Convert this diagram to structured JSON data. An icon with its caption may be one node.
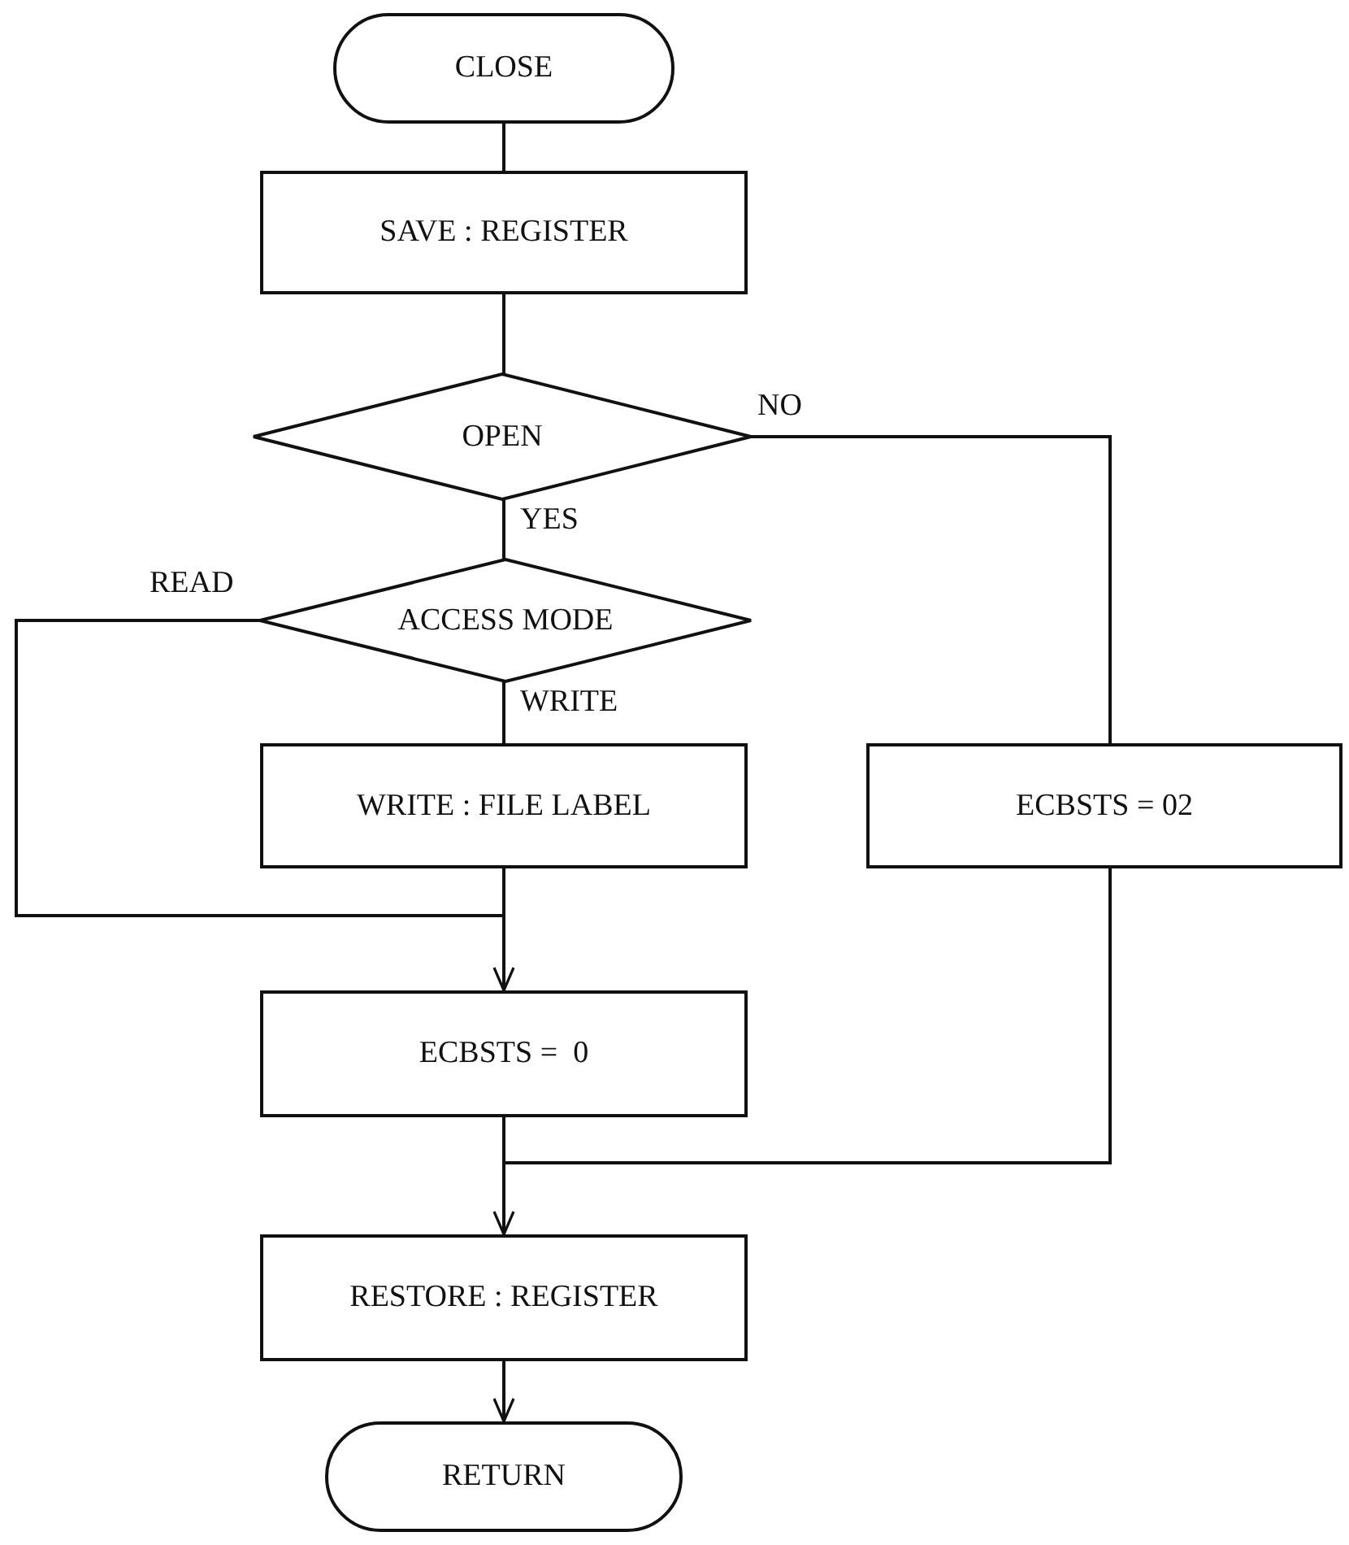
{
  "diagram": {
    "nodes": [
      {
        "text": [
          "CLOSE"
        ]
      },
      {
        "text": [
          "SAVE : REGISTER"
        ]
      },
      {
        "text": [
          "OPEN"
        ]
      },
      {
        "text": [
          "ACCESS MODE"
        ]
      },
      {
        "text": [
          "WRITE : FILE LABEL"
        ]
      },
      {
        "text": [
          "ECBSTS = 02"
        ]
      },
      {
        "text": [
          "ECBSTS =  0"
        ]
      },
      {
        "text": [
          "RESTORE : REGISTER"
        ]
      },
      {
        "text": [
          "RETURN"
        ]
      }
    ],
    "edges": [
      {
        "from": 0,
        "to": 1,
        "arrow": "none"
      },
      {
        "from": 1,
        "to": 2,
        "arrow": "none"
      },
      {
        "from": 2,
        "to": 3,
        "arrow": "none",
        "label": "YES"
      },
      {
        "from": 2,
        "to": 5,
        "arrow": "none",
        "label": "NO"
      },
      {
        "from": 3,
        "to": 4,
        "arrow": "none",
        "label": "WRITE"
      },
      {
        "from": 3,
        "to": 6,
        "arrow": "to",
        "label": "READ"
      },
      {
        "from": 4,
        "to": 6,
        "arrow": "none"
      },
      {
        "from": 6,
        "to": 7,
        "arrow": "none"
      },
      {
        "from": 5,
        "to": 7,
        "arrow": "to"
      },
      {
        "from": 7,
        "to": 8,
        "arrow": "to"
      }
    ]
  }
}
